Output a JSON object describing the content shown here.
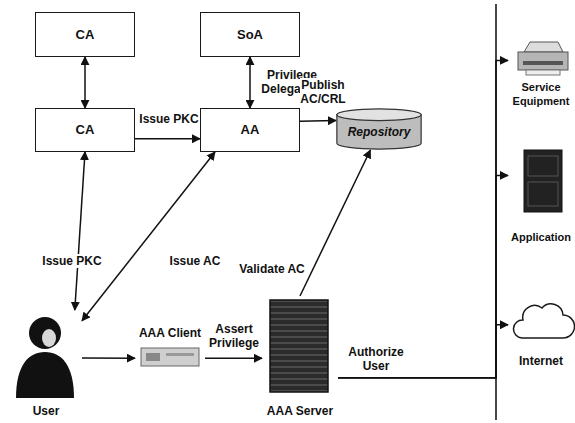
{
  "diagram": {
    "nodes": [
      {
        "text": [
          "CA"
        ]
      },
      {
        "text": [
          "SoA"
        ]
      },
      {
        "text": [
          "CA"
        ]
      },
      {
        "text": [
          "AA"
        ]
      },
      {
        "text": [
          "Repository"
        ]
      },
      {
        "text": [
          "Service Equipment"
        ]
      },
      {
        "text": [
          "Application"
        ]
      },
      {
        "text": [
          "Internet"
        ]
      },
      {
        "text": [
          "User"
        ]
      },
      {
        "text": [
          "AAA Client"
        ]
      },
      {
        "text": [
          "AAA Server"
        ]
      }
    ],
    "edges": [
      {
        "from": 0,
        "to": 2,
        "arrow": "both"
      },
      {
        "from": 1,
        "to": 3,
        "label": "Privilege Delegation",
        "arrow": "both"
      },
      {
        "from": 2,
        "to": 3,
        "label": "Issue PKC",
        "arrow": "to"
      },
      {
        "from": 3,
        "to": 4,
        "label": "Publish AC/CRL",
        "arrow": "to"
      },
      {
        "from": 2,
        "to": 8,
        "label": "Issue PKC",
        "arrow": "both"
      },
      {
        "from": 3,
        "to": 8,
        "label": "Issue AC",
        "arrow": "both"
      },
      {
        "from": 8,
        "to": 9,
        "arrow": "to"
      },
      {
        "from": 9,
        "to": 10,
        "label": "Assert Privilege",
        "arrow": "to"
      },
      {
        "from": 10,
        "to": 4,
        "label": "Validate AC",
        "arrow": "to"
      },
      {
        "from": 10,
        "to": 5,
        "label": "Authorize User",
        "arrow": "to"
      },
      {
        "from": 10,
        "to": 6,
        "arrow": "to"
      },
      {
        "from": 10,
        "to": 7,
        "arrow": "to"
      }
    ]
  }
}
